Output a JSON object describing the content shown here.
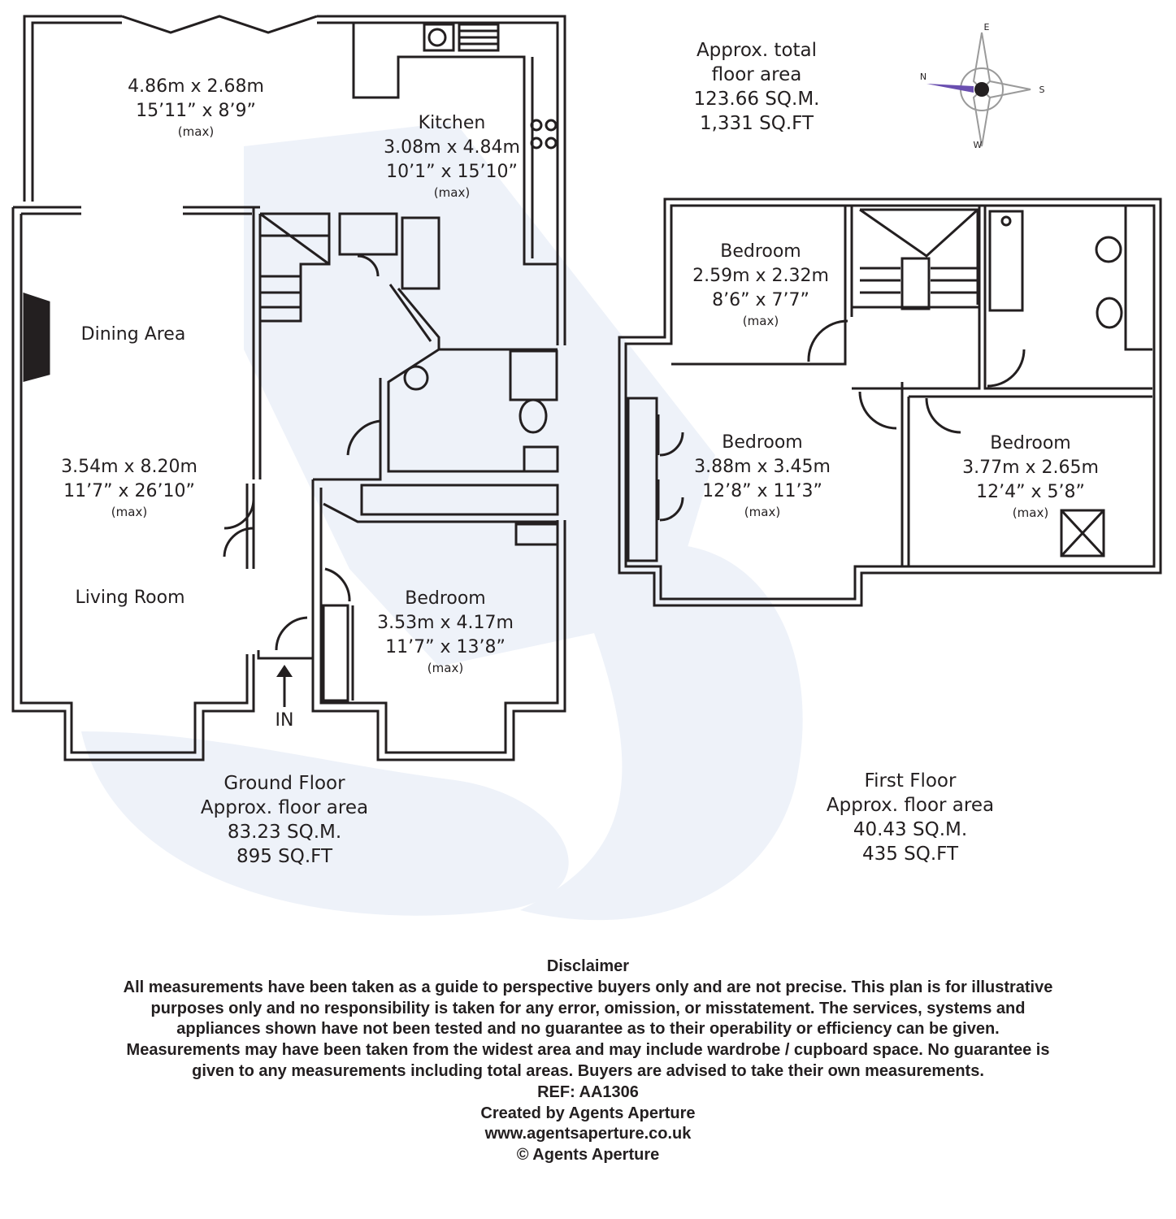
{
  "total": {
    "line1": "Approx. total",
    "line2": "floor area",
    "sqm": "123.66 SQ.M.",
    "sqft": "1,331 SQ.FT"
  },
  "compass": {
    "n": "N",
    "e": "E",
    "s": "S",
    "w": "W",
    "accent": "#6a4fb0"
  },
  "ground": {
    "floor_title": "Ground Floor",
    "area_label": "Approx. floor area",
    "sqm": "83.23 SQ.M.",
    "sqft": "895 SQ.FT",
    "entrance": "IN",
    "rooms": [
      {
        "id": "extension",
        "name": "",
        "metric": "4.86m x 2.68m",
        "imperial": "15’11” x 8’9”",
        "note": "(max)"
      },
      {
        "id": "kitchen",
        "name": "Kitchen",
        "metric": "3.08m x 4.84m",
        "imperial": "10’1” x 15’10”",
        "note": "(max)"
      },
      {
        "id": "dining",
        "name": "Dining Area"
      },
      {
        "id": "living-dims",
        "name": "",
        "metric": "3.54m x 8.20m",
        "imperial": "11’7” x 26’10”",
        "note": "(max)"
      },
      {
        "id": "living",
        "name": "Living Room"
      },
      {
        "id": "bedroom-ground",
        "name": "Bedroom",
        "metric": "3.53m x 4.17m",
        "imperial": "11’7” x 13’8”",
        "note": "(max)"
      }
    ]
  },
  "first": {
    "floor_title": "First Floor",
    "area_label": "Approx. floor area",
    "sqm": "40.43 SQ.M.",
    "sqft": "435 SQ.FT",
    "rooms": [
      {
        "id": "bedroom-small",
        "name": "Bedroom",
        "metric": "2.59m x 2.32m",
        "imperial": "8’6” x 7’7”",
        "note": "(max)"
      },
      {
        "id": "bedroom-large",
        "name": "Bedroom",
        "metric": "3.88m x 3.45m",
        "imperial": "12’8” x 11’3”",
        "note": "(max)"
      },
      {
        "id": "bedroom-right",
        "name": "Bedroom",
        "metric": "3.77m x 2.65m",
        "imperial": "12’4” x 5’8”",
        "note": "(max)"
      }
    ]
  },
  "disclaimer": {
    "title": "Disclaimer",
    "body": "All measurements have been taken as a guide to perspective buyers only and are not precise. This plan is for illustrative purposes only and no responsibility is taken for any error, omission, or misstatement. The services, systems and appliances shown have not been tested and no guarantee as to their operability or efficiency can be given. Measurements may have been taken from the widest area and may include wardrobe / cupboard space. No guarantee is given to any measurements including total areas. Buyers are advised to take their own measurements.",
    "ref": "REF: AA1306",
    "created": "Created by Agents Aperture",
    "website": "www.agentsaperture.co.uk",
    "copyright": "© Agents Aperture"
  },
  "colors": {
    "wall": "#231f20",
    "watermark": "#eef2f9"
  }
}
